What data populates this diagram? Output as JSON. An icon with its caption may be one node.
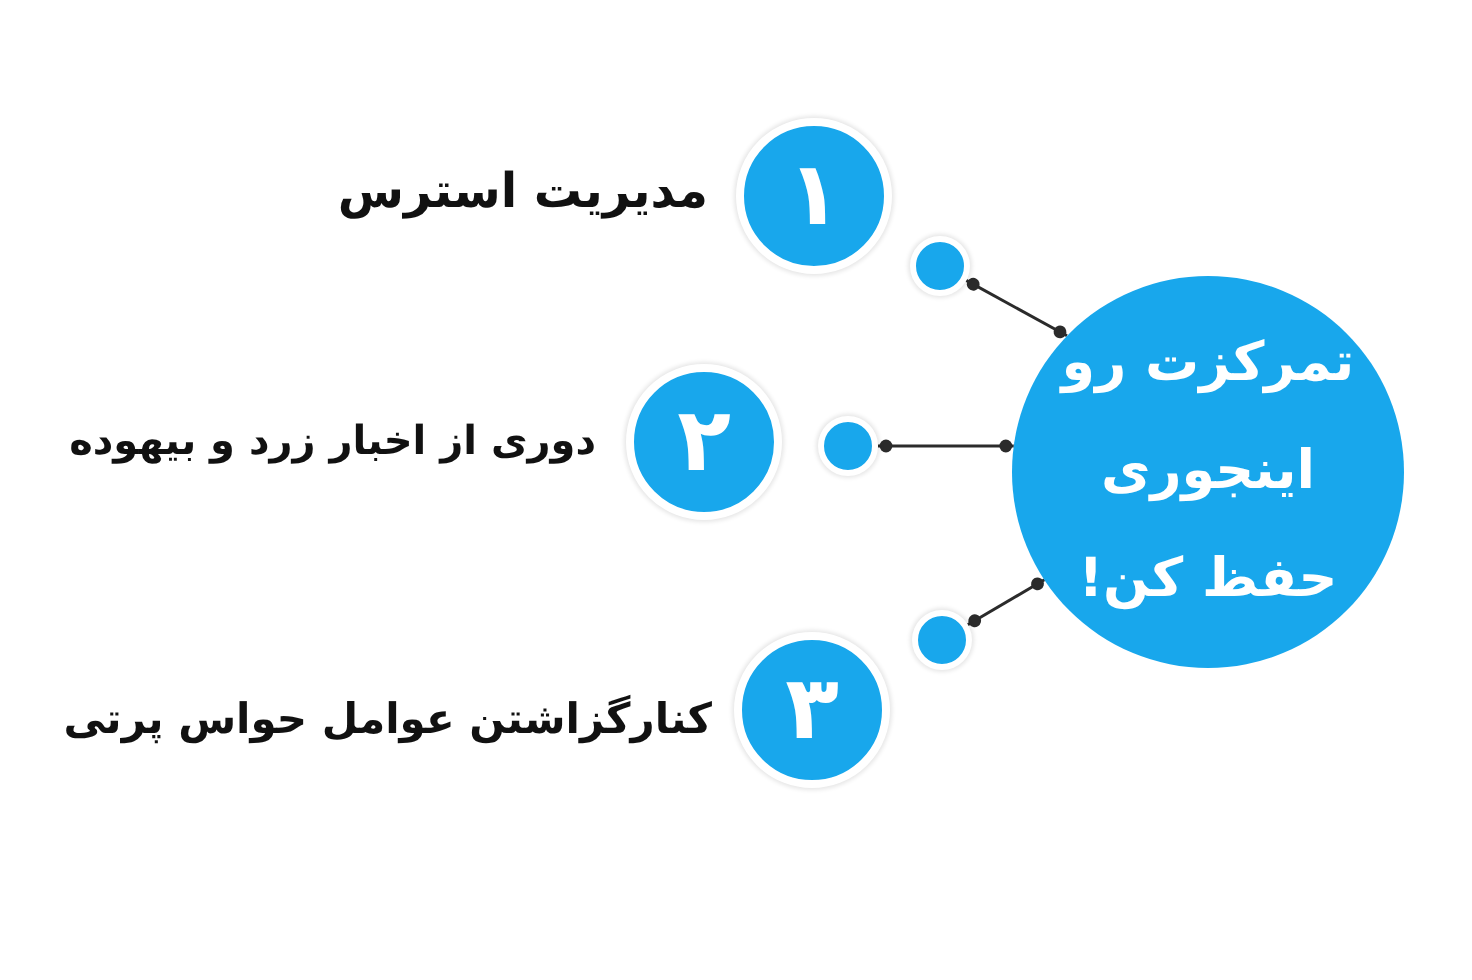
{
  "diagram": {
    "nodes": [
      {
        "text": [
          "تمرکزت رو اینجوری حفظ کن!"
        ]
      },
      {
        "text": [
          "۱"
        ],
        "beside": [
          "مدیریت استرس"
        ]
      },
      {
        "text": [],
        "shape": "circle"
      },
      {
        "text": [
          "۲"
        ],
        "beside": [
          "دوری از اخبار زرد و بیهوده"
        ]
      },
      {
        "text": [],
        "shape": "circle"
      },
      {
        "text": [
          "۳"
        ],
        "beside": [
          "کنارگزاشتن عوامل حواس پرتی"
        ]
      },
      {
        "text": [],
        "shape": "circle"
      }
    ],
    "edges": [
      {
        "from": 2,
        "to": 0,
        "arrow": "other"
      },
      {
        "from": 4,
        "to": 0,
        "arrow": "other"
      },
      {
        "from": 6,
        "to": 0,
        "arrow": "other"
      }
    ]
  }
}
